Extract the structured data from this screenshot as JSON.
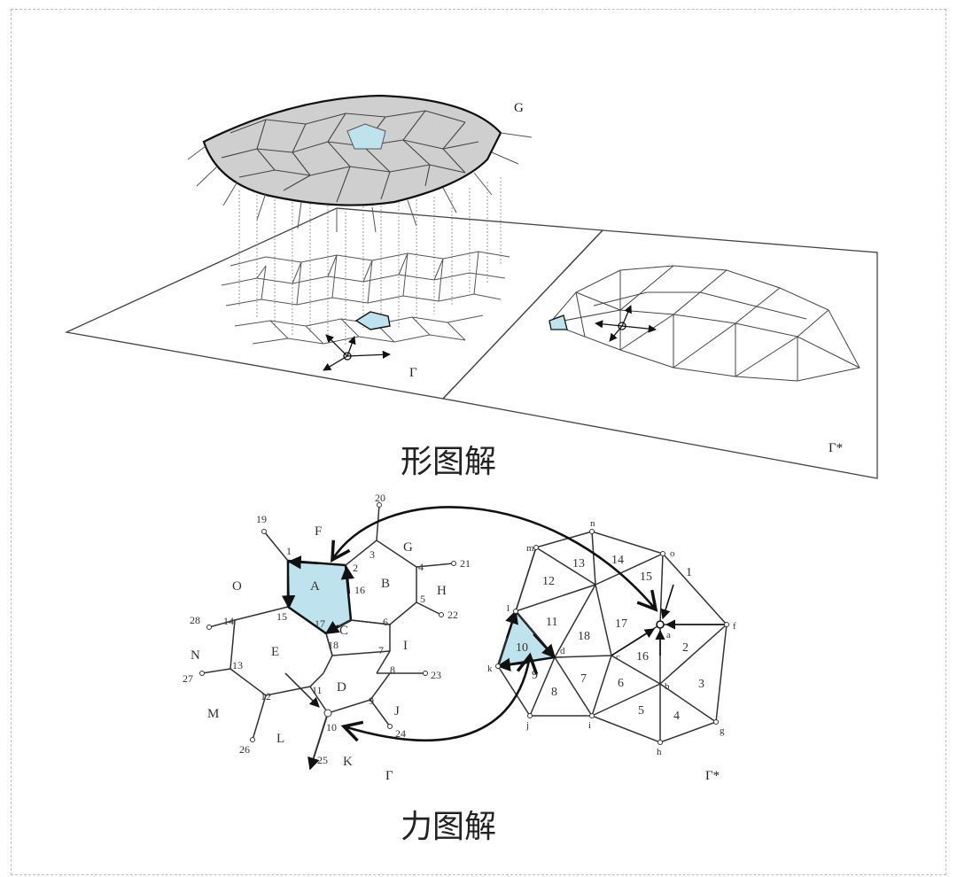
{
  "captions": {
    "form_diagram": "形图解",
    "force_diagram": "力图解"
  },
  "top": {
    "surface_label": "G",
    "plane_label_form": "Γ",
    "plane_label_force": "Γ*"
  },
  "bottom": {
    "form_label": "Γ",
    "force_label": "Γ*",
    "form_nodes": [
      "1",
      "2",
      "3",
      "4",
      "5",
      "6",
      "7",
      "8",
      "9",
      "10",
      "11",
      "12",
      "13",
      "14",
      "15",
      "16",
      "17",
      "18",
      "19",
      "20",
      "21",
      "22",
      "23",
      "24",
      "25",
      "26",
      "27",
      "28"
    ],
    "form_faces": [
      "A",
      "B",
      "C",
      "D",
      "E",
      "F",
      "G",
      "H",
      "I",
      "J",
      "K",
      "L",
      "M",
      "N",
      "O"
    ],
    "force_faces": [
      "1",
      "2",
      "3",
      "4",
      "5",
      "6",
      "7",
      "8",
      "9",
      "10",
      "11",
      "12",
      "13",
      "14",
      "15",
      "16",
      "17",
      "18"
    ],
    "force_nodes": [
      "a",
      "b",
      "c",
      "d",
      "f",
      "g",
      "h",
      "i",
      "j",
      "k",
      "l",
      "m",
      "n",
      "o"
    ]
  },
  "colors": {
    "highlight": "#bfe3ee",
    "shell": "#cfcfcf",
    "line": "#333333"
  }
}
